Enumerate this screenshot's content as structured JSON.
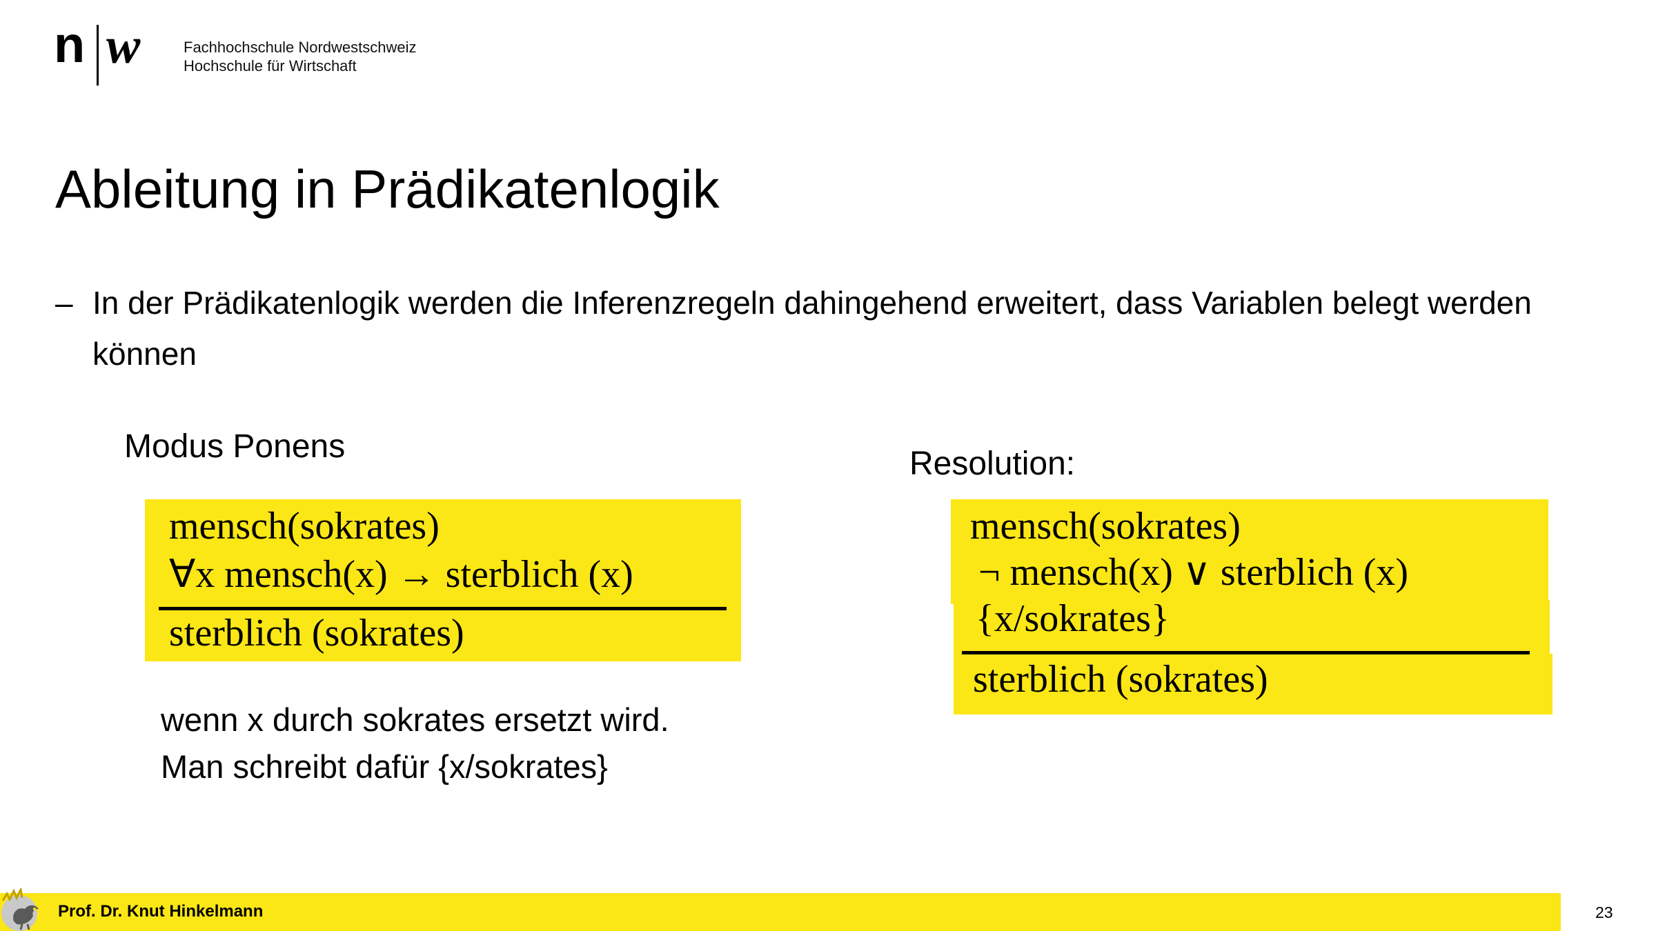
{
  "header": {
    "logo_n": "n",
    "logo_w": "w",
    "school_line1": "Fachhochschule Nordwestschweiz",
    "school_line2": "Hochschule für Wirtschaft"
  },
  "slide": {
    "title": "Ableitung in Prädikatenlogik",
    "bullet_dash": "–",
    "bullet_text": "In der Prädikatenlogik werden die Inferenzregeln dahingehend erweitert, dass Variablen belegt werden können"
  },
  "modus_ponens": {
    "label": "Modus Ponens",
    "premise1": "mensch(sokrates)",
    "premise2": "∀x  mensch(x) →  sterblich (x)",
    "conclusion": "sterblich (sokrates)",
    "note_line1": "wenn x durch sokrates ersetzt wird.",
    "note_line2": "Man schreibt dafür {x/sokrates}"
  },
  "resolution": {
    "label": "Resolution:",
    "premise1": "mensch(sokrates)",
    "premise2": "¬ mensch(x) ∨  sterblich (x)",
    "substitution": "{x/sokrates}",
    "conclusion": "sterblich (sokrates)"
  },
  "footer": {
    "author": "Prof. Dr. Knut Hinkelmann",
    "page_number": "23"
  },
  "colors": {
    "highlight_yellow": "#fbe616",
    "text": "#000000"
  },
  "icons": [
    "rooster-logo-icon"
  ]
}
